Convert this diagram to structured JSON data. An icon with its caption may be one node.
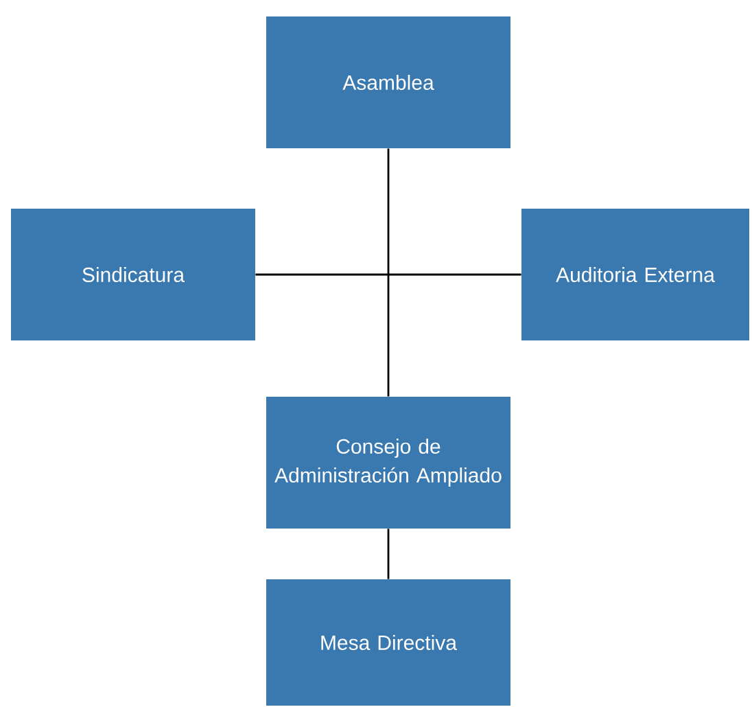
{
  "diagram": {
    "nodes": [
      {
        "text": [
          "Asamblea"
        ]
      },
      {
        "text": [
          "Sindicatura"
        ]
      },
      {
        "text": [
          "Auditoria Externa"
        ]
      },
      {
        "text": [
          "Consejo de Administración Ampliado"
        ]
      },
      {
        "text": [
          "Mesa Directiva"
        ]
      }
    ],
    "edges": [
      {
        "from": 0,
        "to": 3,
        "arrow": "none"
      },
      {
        "from": 1,
        "to": 2,
        "arrow": "none"
      },
      {
        "from": 3,
        "to": 4,
        "arrow": "none"
      }
    ]
  }
}
